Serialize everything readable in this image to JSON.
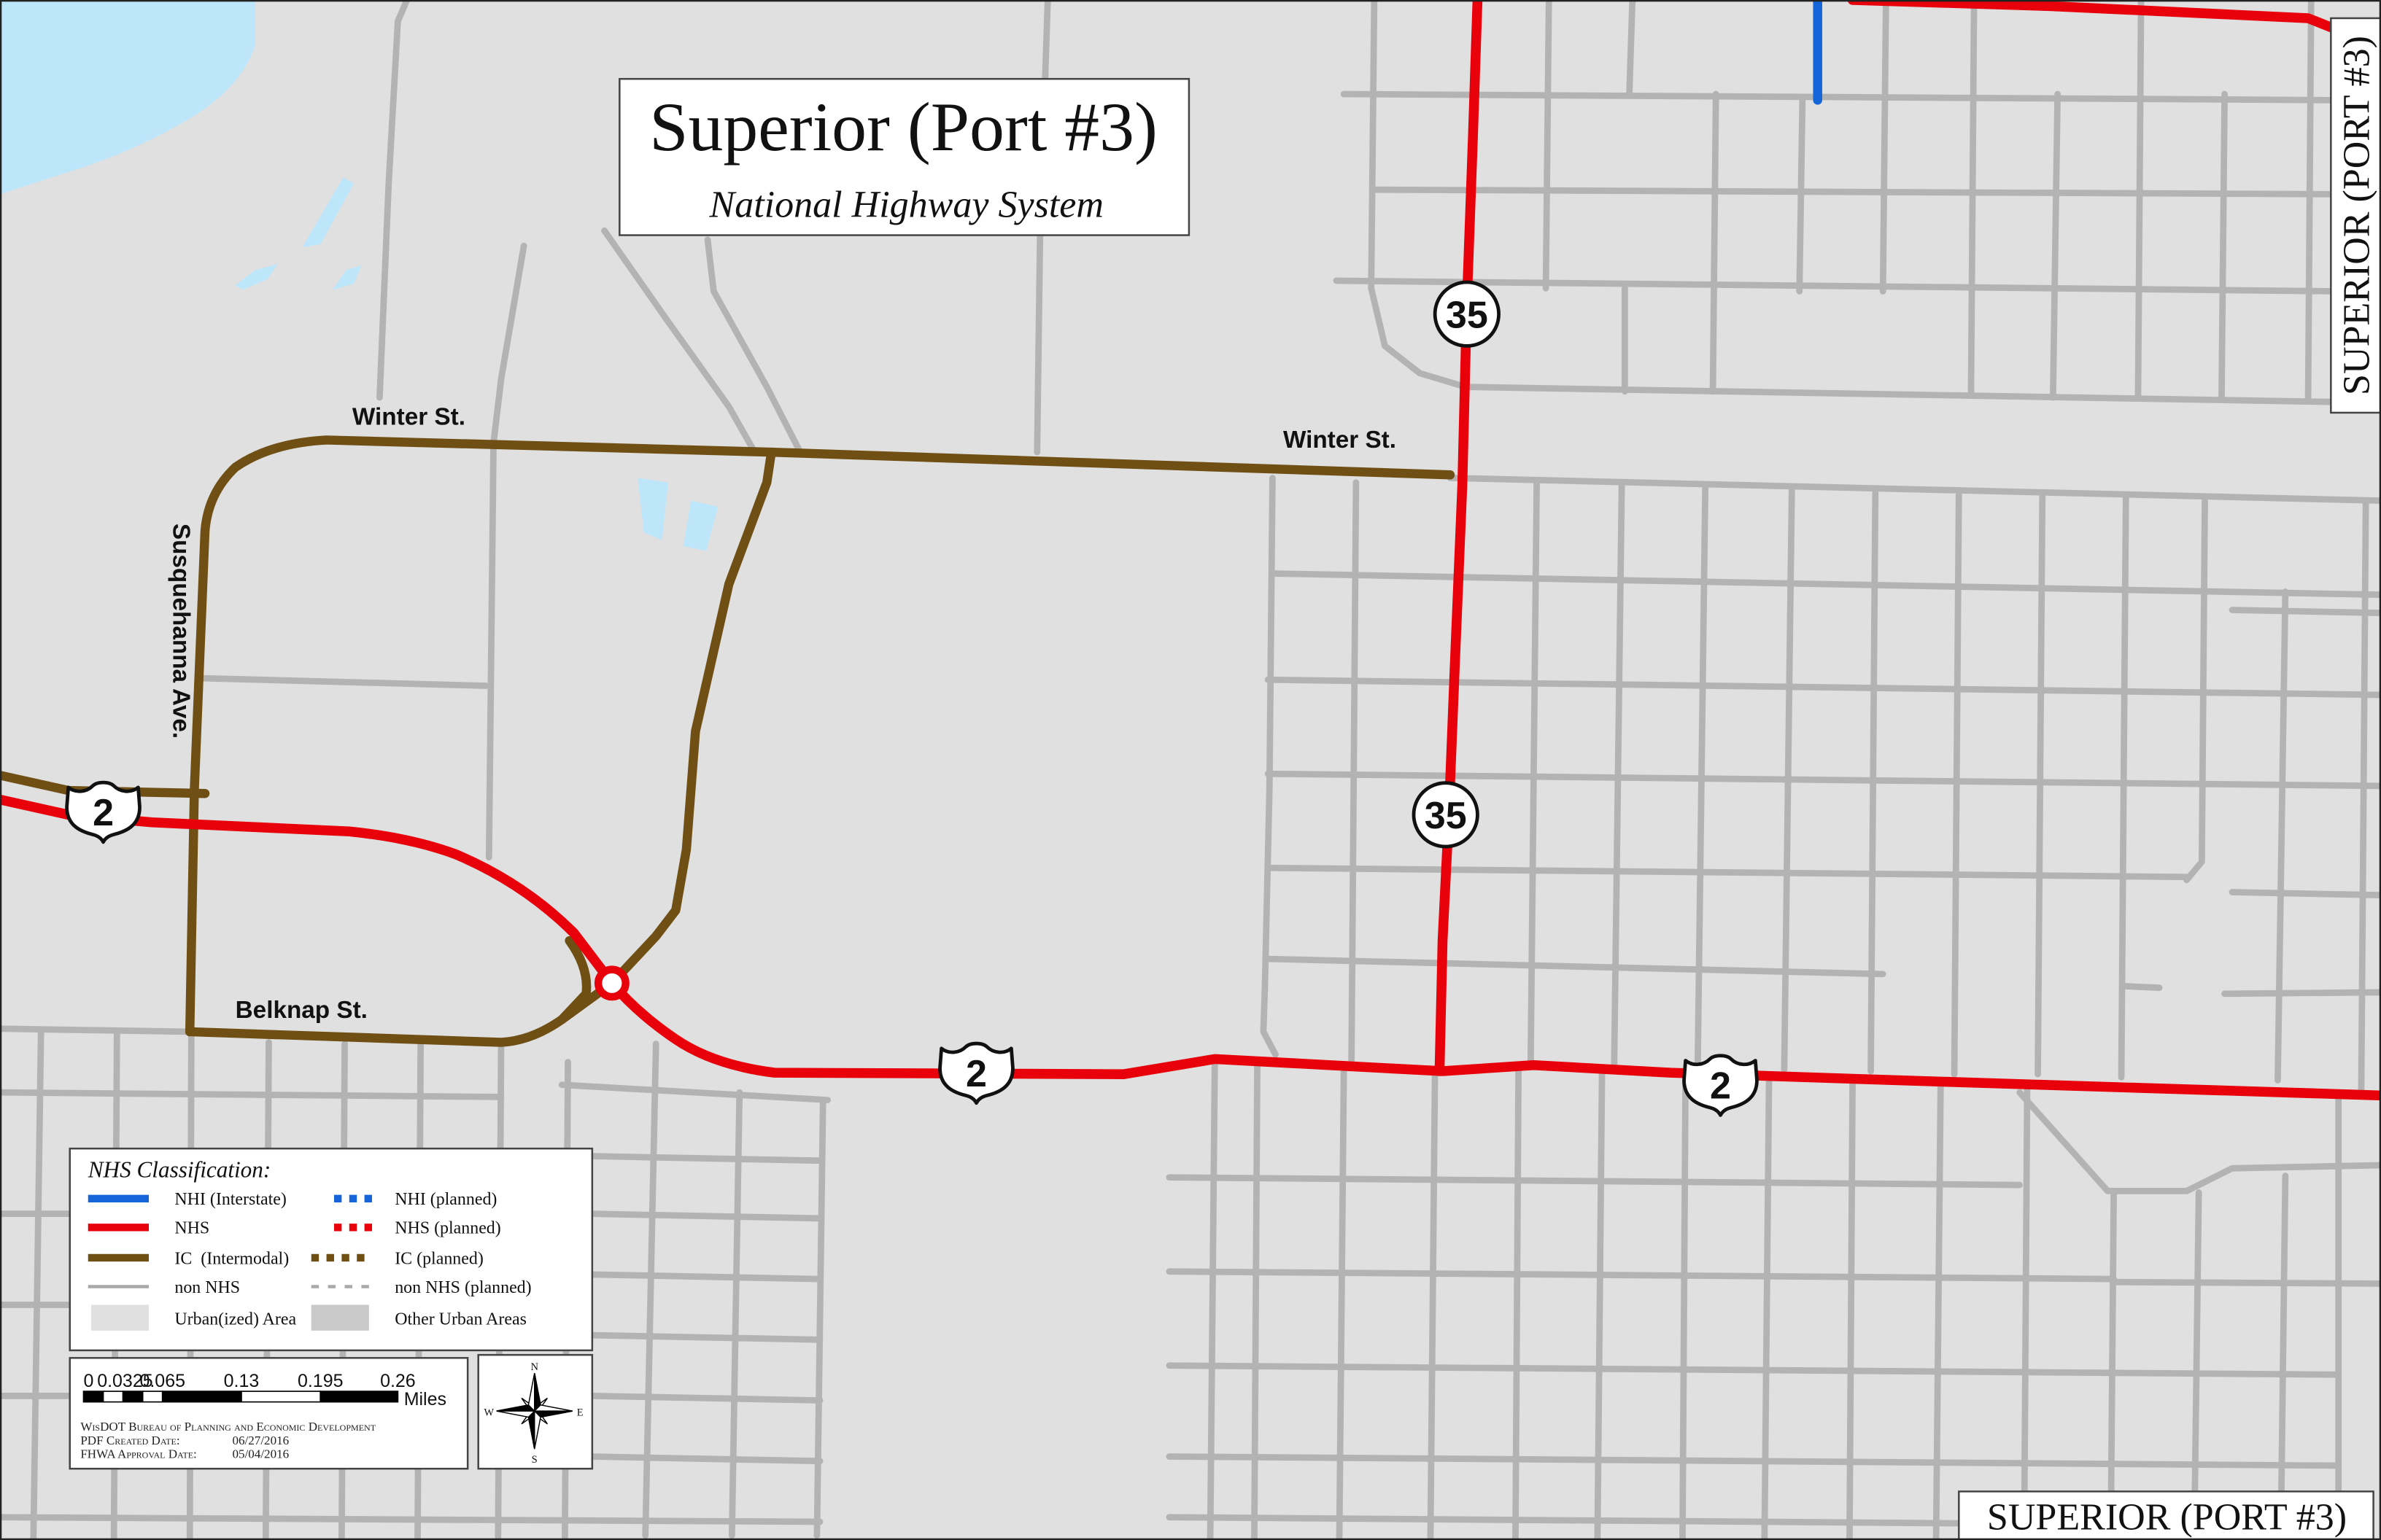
{
  "title": "Superior (Port #3)",
  "subtitle": "National Highway System",
  "corner_label_right": "SUPERIOR (PORT #3)",
  "corner_label_bottom": "SUPERIOR (PORT #3)",
  "colors": {
    "nhi": "#1565d8",
    "nhs": "#e8000b",
    "ic": "#6f4f14",
    "non_nhs": "#b3b3b3",
    "water": "#bee6fb",
    "land": "#e0e0e0"
  },
  "streets": {
    "winter_st_west": "Winter St.",
    "winter_st_east": "Winter St.",
    "susquehanna_ave": "Susquehanna Ave.",
    "belknap_st": "Belknap St."
  },
  "route_shields": {
    "us2_west": "2",
    "us2_center": "2",
    "us2_east": "2",
    "wis35_north": "35",
    "wis35_south": "35"
  },
  "legend": {
    "title": "NHS Classification:",
    "items": [
      {
        "label": "NHI (Interstate)",
        "color": "#1565d8",
        "style": "solid"
      },
      {
        "label": "NHI (planned)",
        "color": "#1565d8",
        "style": "dotted"
      },
      {
        "label": "NHS",
        "color": "#e8000b",
        "style": "solid"
      },
      {
        "label": "NHS (planned)",
        "color": "#e8000b",
        "style": "dotted"
      },
      {
        "label": "IC  (Intermodal)",
        "color": "#6f4f14",
        "style": "solid"
      },
      {
        "label": "IC (planned)",
        "color": "#6f4f14",
        "style": "dotted"
      },
      {
        "label": "non NHS",
        "color": "#a9a9a9",
        "style": "solid"
      },
      {
        "label": "non NHS (planned)",
        "color": "#a9a9a9",
        "style": "dotted"
      },
      {
        "label": "Urban(ized) Area",
        "color": "#e0e0e0",
        "style": "area"
      },
      {
        "label": "Other Urban Areas",
        "color": "#c9c9c9",
        "style": "area"
      }
    ]
  },
  "scale": {
    "labels": [
      "0",
      "0.0325",
      "0.065",
      "0.13",
      "0.195",
      "0.26"
    ],
    "units": "Miles"
  },
  "credits": {
    "agency": "WisDOT Bureau of Planning and Economic Development",
    "pdf_created_label": "PDF Created Date:",
    "pdf_created_date": "06/27/2016",
    "fhwa_approval_label": "FHWA Approval Date:",
    "fhwa_approval_date": "05/04/2016"
  },
  "compass": {
    "n": "N",
    "e": "E",
    "s": "S",
    "w": "W"
  }
}
